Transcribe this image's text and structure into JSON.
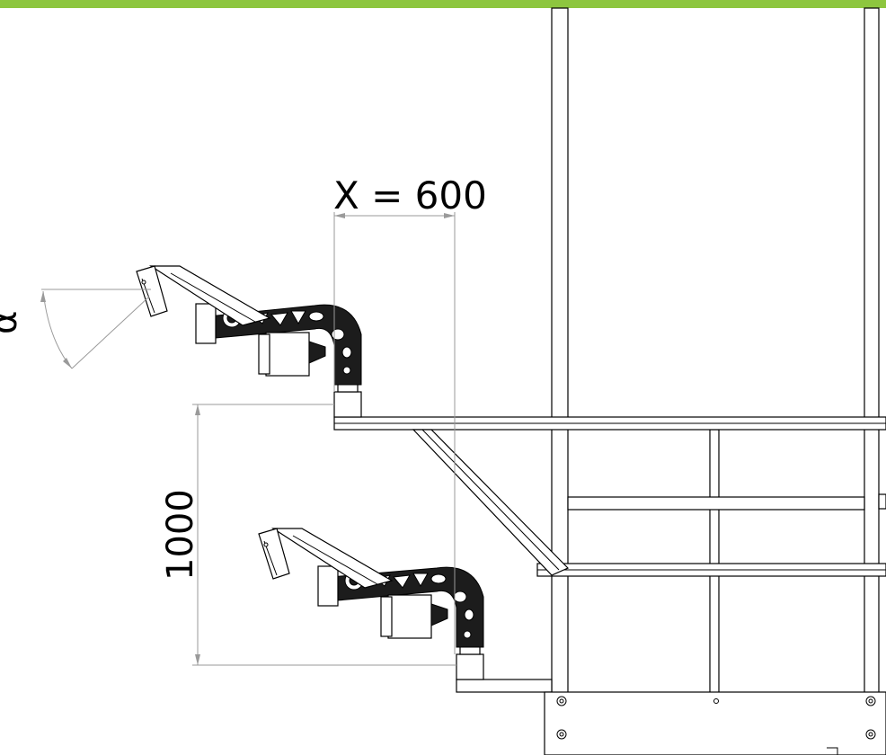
{
  "header": {
    "bar_color": "#8dc63f"
  },
  "dimensions": {
    "horizontal_offset_label": "X = 600",
    "vertical_offset_label": "1000",
    "angle_symbol": "α"
  },
  "colors": {
    "line": "#000000",
    "dimension_line": "#9a9a9a",
    "background": "#ffffff"
  }
}
